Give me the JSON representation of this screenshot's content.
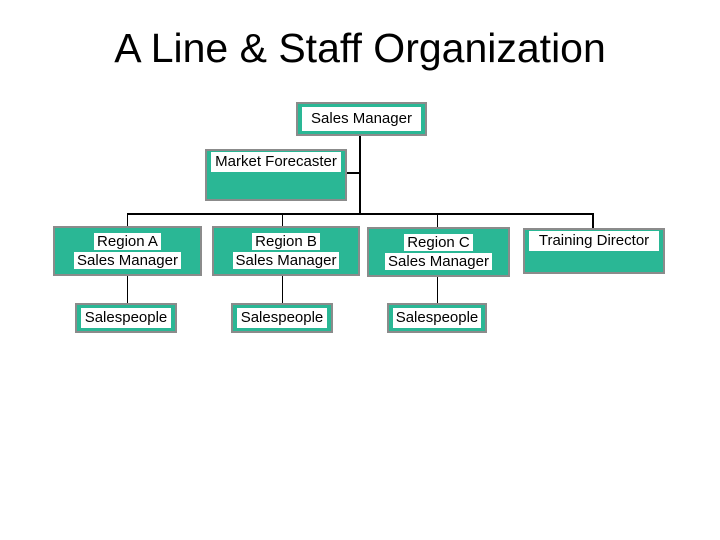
{
  "slide": {
    "title": "A Line & Staff Organization",
    "colors": {
      "background": "#ffffff",
      "box_fill": "#2ab795",
      "box_border": "#8b8b8b",
      "label_bg": "#ffffff",
      "text": "#000000",
      "connector": "#000000"
    }
  },
  "org_chart": {
    "nodes": [
      {
        "id": "sales-manager",
        "lines": [
          "Sales Manager"
        ]
      },
      {
        "id": "market-forecaster",
        "lines": [
          "Market Forecaster"
        ]
      },
      {
        "id": "region-a",
        "lines": [
          "Region A",
          "Sales Manager"
        ]
      },
      {
        "id": "region-b",
        "lines": [
          "Region B",
          "Sales Manager"
        ]
      },
      {
        "id": "region-c",
        "lines": [
          "Region C",
          "Sales Manager"
        ]
      },
      {
        "id": "training-director",
        "lines": [
          "Training Director"
        ]
      },
      {
        "id": "salespeople-a",
        "lines": [
          "Salespeople"
        ]
      },
      {
        "id": "salespeople-b",
        "lines": [
          "Salespeople"
        ]
      },
      {
        "id": "salespeople-c",
        "lines": [
          "Salespeople"
        ]
      }
    ],
    "edges": [
      {
        "from": "sales-manager",
        "to": "market-forecaster",
        "type": "staff"
      },
      {
        "from": "sales-manager",
        "to": "region-a",
        "type": "line"
      },
      {
        "from": "sales-manager",
        "to": "region-b",
        "type": "line"
      },
      {
        "from": "sales-manager",
        "to": "region-c",
        "type": "line"
      },
      {
        "from": "sales-manager",
        "to": "training-director",
        "type": "line"
      },
      {
        "from": "region-a",
        "to": "salespeople-a",
        "type": "line"
      },
      {
        "from": "region-b",
        "to": "salespeople-b",
        "type": "line"
      },
      {
        "from": "region-c",
        "to": "salespeople-c",
        "type": "line"
      }
    ]
  }
}
